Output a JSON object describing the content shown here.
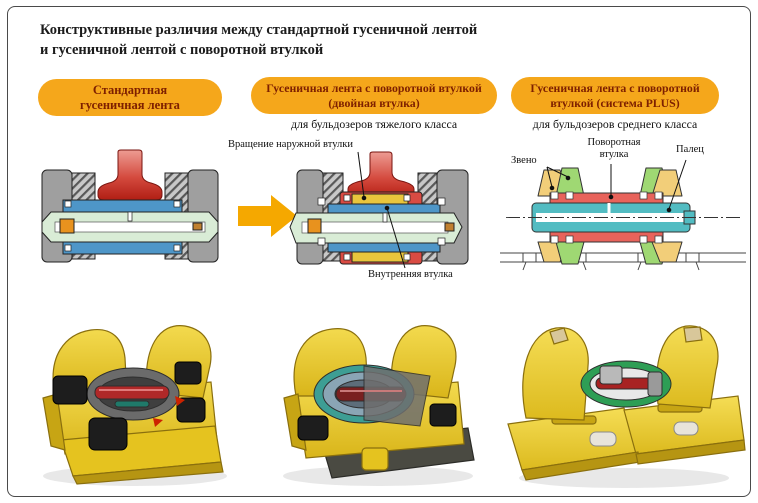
{
  "header": {
    "title_line1": "Конструктивные различия между стандартной гусеничной лентой",
    "title_line2": "и гусеничной лентой с поворотной втулкой"
  },
  "columns": [
    {
      "pill_line1": "Стандартная",
      "pill_line2": "гусеничная лента",
      "subtitle": ""
    },
    {
      "pill_line1": "Гусеничная лента с поворотной втулкой",
      "pill_line2": "(двойная втулка)",
      "subtitle": "для бульдозеров тяжелого класса"
    },
    {
      "pill_line1": "Гусеничная лента с поворотной",
      "pill_line2": "втулкой (система PLUS)",
      "subtitle": "для бульдозеров среднего класса"
    }
  ],
  "diagram_labels": {
    "outer_bushing_rotation": "Вращение наружной втулки",
    "inner_bushing": "Внутренняя втулка",
    "link": "Звено",
    "rotating_bushing_line1": "Поворотная",
    "rotating_bushing_line2": "втулка",
    "pin": "Палец"
  },
  "colors": {
    "pill_background": "#F5A71B",
    "pill_text": "#7E2000",
    "transition_arrow": "#F5A800",
    "sprocket_tooth_red": "#C22B20",
    "bushing_blue": "#4E96C8",
    "pin_pale_green": "#D9ECD6",
    "outer_bushing_yellow": "#E9C53C",
    "bushing_frame_red": "#D94B43",
    "seal_orange": "#E8921E",
    "rotating_bushing_red": "#E8635B",
    "pin_teal": "#52BCC2",
    "link_yellow": "#F2CE79",
    "link_green": "#9FD873",
    "body_yellow": "#E5C31F"
  }
}
